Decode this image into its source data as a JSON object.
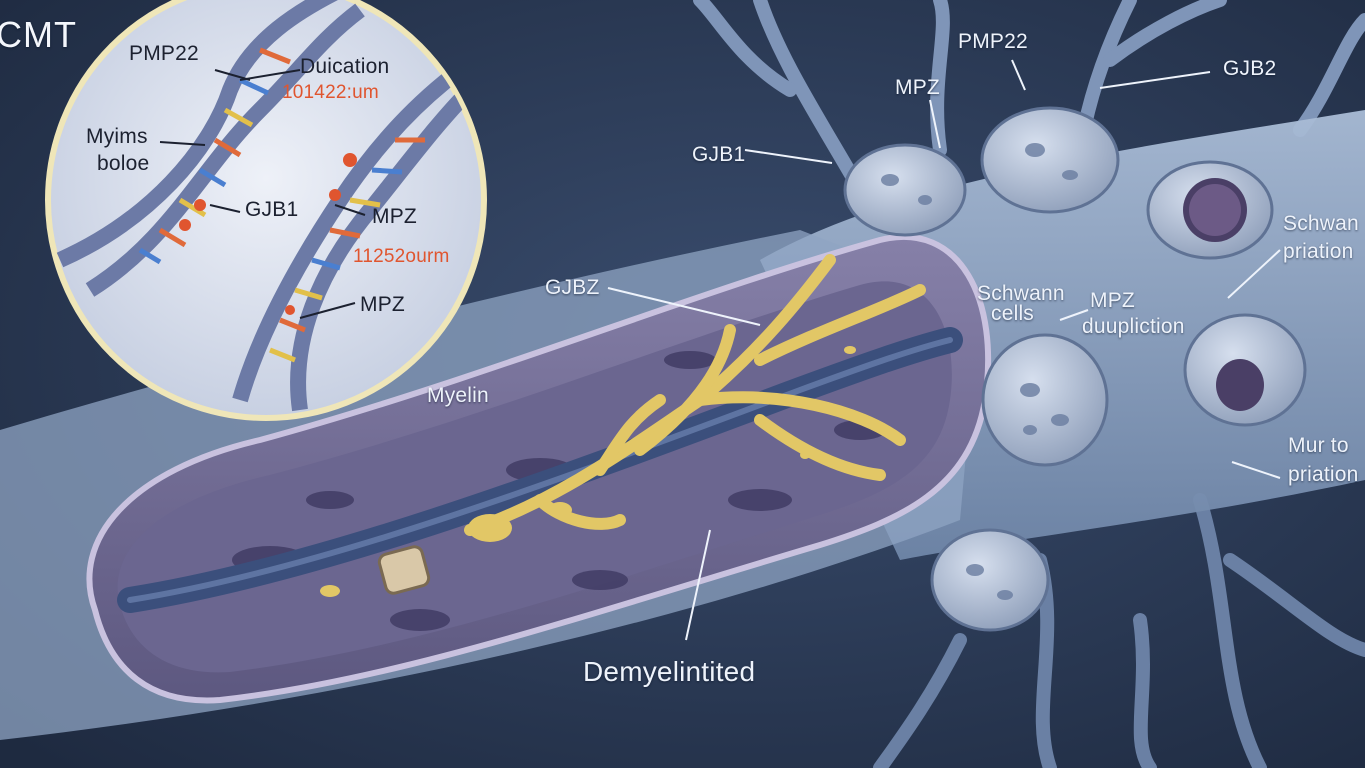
{
  "title": "CMT",
  "inset_labels": {
    "pmp22": "PMP22",
    "duication": "Duication",
    "code_1": "101422:um",
    "myims": "Myims",
    "boloe": "boloe",
    "gjb1": "GJB1",
    "mpz_upper": "MPZ",
    "code_2": "11252ourm",
    "mpz_lower": "MPZ"
  },
  "main_labels": {
    "pmp22": "PMP22",
    "mpz_top": "MPZ",
    "gjb2": "GJB2",
    "gjb1": "GJB1",
    "gjbz": "GJBZ",
    "schwann_cells_1": "Schwann",
    "schwann_cells_2": "cells",
    "mpz_dup_1": "MPZ",
    "mpz_dup_2": "duupliction",
    "schwan_right_1": "Schwan",
    "schwan_right_2": "priation",
    "myelin": "Myelin",
    "mur_1": "Mur to",
    "mur_2": "priation",
    "demyelinated": "Demyelintited"
  },
  "colors": {
    "background": "#2c3c5a",
    "nerve": "#8ea5c4",
    "myelin_sheath": "#6f6b92",
    "axon": "#3a4f7a",
    "branches": "#e0c460",
    "inset_bg": "#d9e0ee",
    "inset_border": "#efe6b8",
    "annotation_red": "#e0552f"
  }
}
